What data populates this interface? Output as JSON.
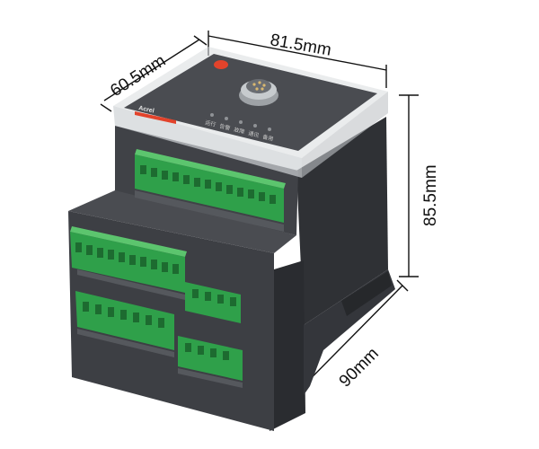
{
  "dimensions": {
    "depth": "60.5mm",
    "width": "81.5mm",
    "height": "85.5mm",
    "length": "90mm"
  },
  "device": {
    "brand": "Acrel",
    "led_labels": [
      "运行",
      "告警",
      "故障",
      "通讯",
      "备用"
    ],
    "body_color": "#3b3d42",
    "terminal_color": "#2fa04a",
    "accent_color": "#e2432b"
  }
}
